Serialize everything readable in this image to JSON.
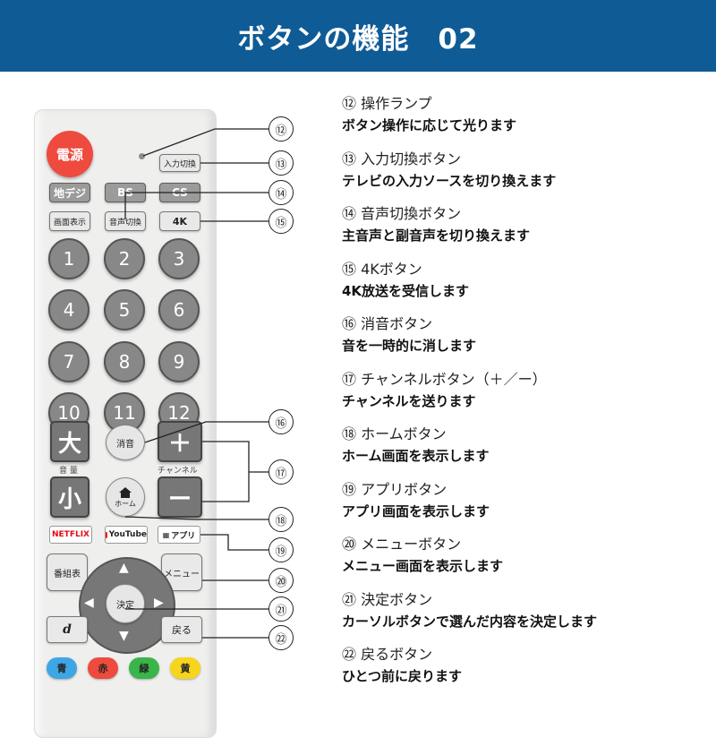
{
  "header": {
    "title": "ボタンの機能　02"
  },
  "remote": {
    "power": "電源",
    "input_switch": "入力切換",
    "terrestrial": "地デジ",
    "bs": "BS",
    "cs": "CS",
    "screen_display": "画面表示",
    "audio_switch": "音声切換",
    "four_k": "4K",
    "numbers": [
      "1",
      "2",
      "3",
      "4",
      "5",
      "6",
      "7",
      "8",
      "9",
      "10",
      "11",
      "12"
    ],
    "volume_up": "大",
    "volume_down": "小",
    "mute": "消音",
    "channel_up": "＋",
    "channel_down": "ー",
    "volume_label": "音 量",
    "channel_label": "チャンネル",
    "home": "ホーム",
    "netflix": "NETFLIX",
    "youtube": "YouTube",
    "app": "アプリ",
    "program_guide": "番組表",
    "menu": "メニュー",
    "enter": "決定",
    "d_button": "d",
    "back": "戻る",
    "colors": [
      {
        "label": "青",
        "color": "#3ea6e5"
      },
      {
        "label": "赤",
        "color": "#ee4a3e"
      },
      {
        "label": "緑",
        "color": "#39b54a"
      },
      {
        "label": "黄",
        "color": "#f7d51d"
      }
    ]
  },
  "callouts": [
    "⑫",
    "⑬",
    "⑭",
    "⑮",
    "⑯",
    "⑰",
    "⑱",
    "⑲",
    "⑳",
    "㉑",
    "㉒"
  ],
  "items": [
    {
      "title": "⑫ 操作ランプ",
      "desc": "ボタン操作に応じて光ります"
    },
    {
      "title": "⑬ 入力切換ボタン",
      "desc": "テレビの入力ソースを切り換えます"
    },
    {
      "title": "⑭ 音声切換ボタン",
      "desc": "主音声と副音声を切り換えます"
    },
    {
      "title": "⑮ 4Kボタン",
      "desc": "4K放送を受信します"
    },
    {
      "title": "⑯ 消音ボタン",
      "desc": "音を一時的に消します"
    },
    {
      "title": "⑰ チャンネルボタン（＋／ー）",
      "desc": "チャンネルを送ります"
    },
    {
      "title": "⑱ ホームボタン",
      "desc": "ホーム画面を表示します"
    },
    {
      "title": "⑲ アプリボタン",
      "desc": "アプリ画面を表示します"
    },
    {
      "title": "⑳ メニューボタン",
      "desc": "メニュー画面を表示します"
    },
    {
      "title": "㉑ 決定ボタン",
      "desc": "カーソルボタンで選んだ内容を決定します"
    },
    {
      "title": "㉒ 戻るボタン",
      "desc": "ひとつ前に戻ります"
    }
  ]
}
